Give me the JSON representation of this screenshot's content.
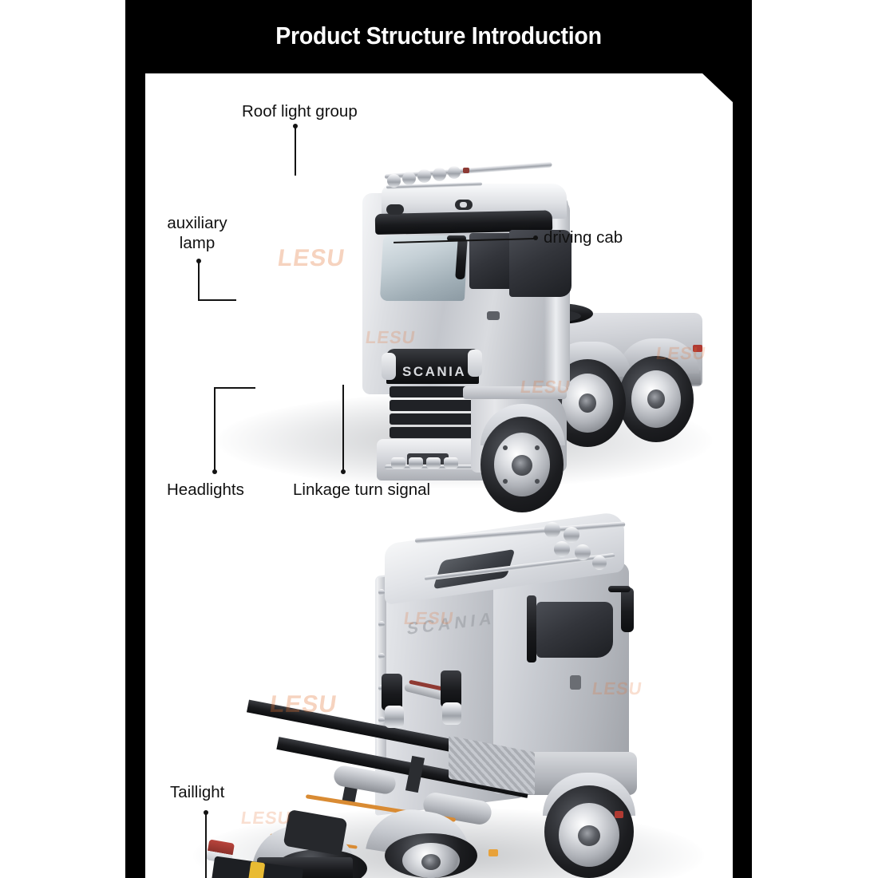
{
  "page": {
    "title": "Product Structure Introduction",
    "background_color": "#ffffff",
    "frame_color": "#000000",
    "panel_color": "#ffffff"
  },
  "watermark": {
    "text": "LESU",
    "color": "#e26c2c"
  },
  "figures": [
    {
      "id": "front-three-quarter-view",
      "name": "Silver Scania tractor truck - front three-quarter view",
      "brand_text": "SCANIA",
      "body_color": "#c7cad0",
      "labels": [
        {
          "key": "roof_light_group",
          "text": "Roof light group",
          "leader": "vertical-down"
        },
        {
          "key": "auxiliary_lamp",
          "text": "auxiliary\nlamp",
          "line1": "auxiliary",
          "line2": "lamp",
          "leader": "elbow-down-right"
        },
        {
          "key": "driving_cab",
          "text": "driving cab",
          "leader": "horizontal-left"
        },
        {
          "key": "headlights",
          "text": "Headlights",
          "leader": "elbow-up-right"
        },
        {
          "key": "linkage_turn_signal",
          "text": "Linkage turn signal",
          "leader": "vertical-up"
        }
      ]
    },
    {
      "id": "rear-three-quarter-view",
      "name": "Silver Scania tractor truck - rear three-quarter chassis view",
      "brand_text": "SCANIA",
      "body_color": "#c7cad0",
      "labels": [
        {
          "key": "taillight",
          "text": "Taillight",
          "leader": "vertical-down"
        }
      ]
    }
  ]
}
